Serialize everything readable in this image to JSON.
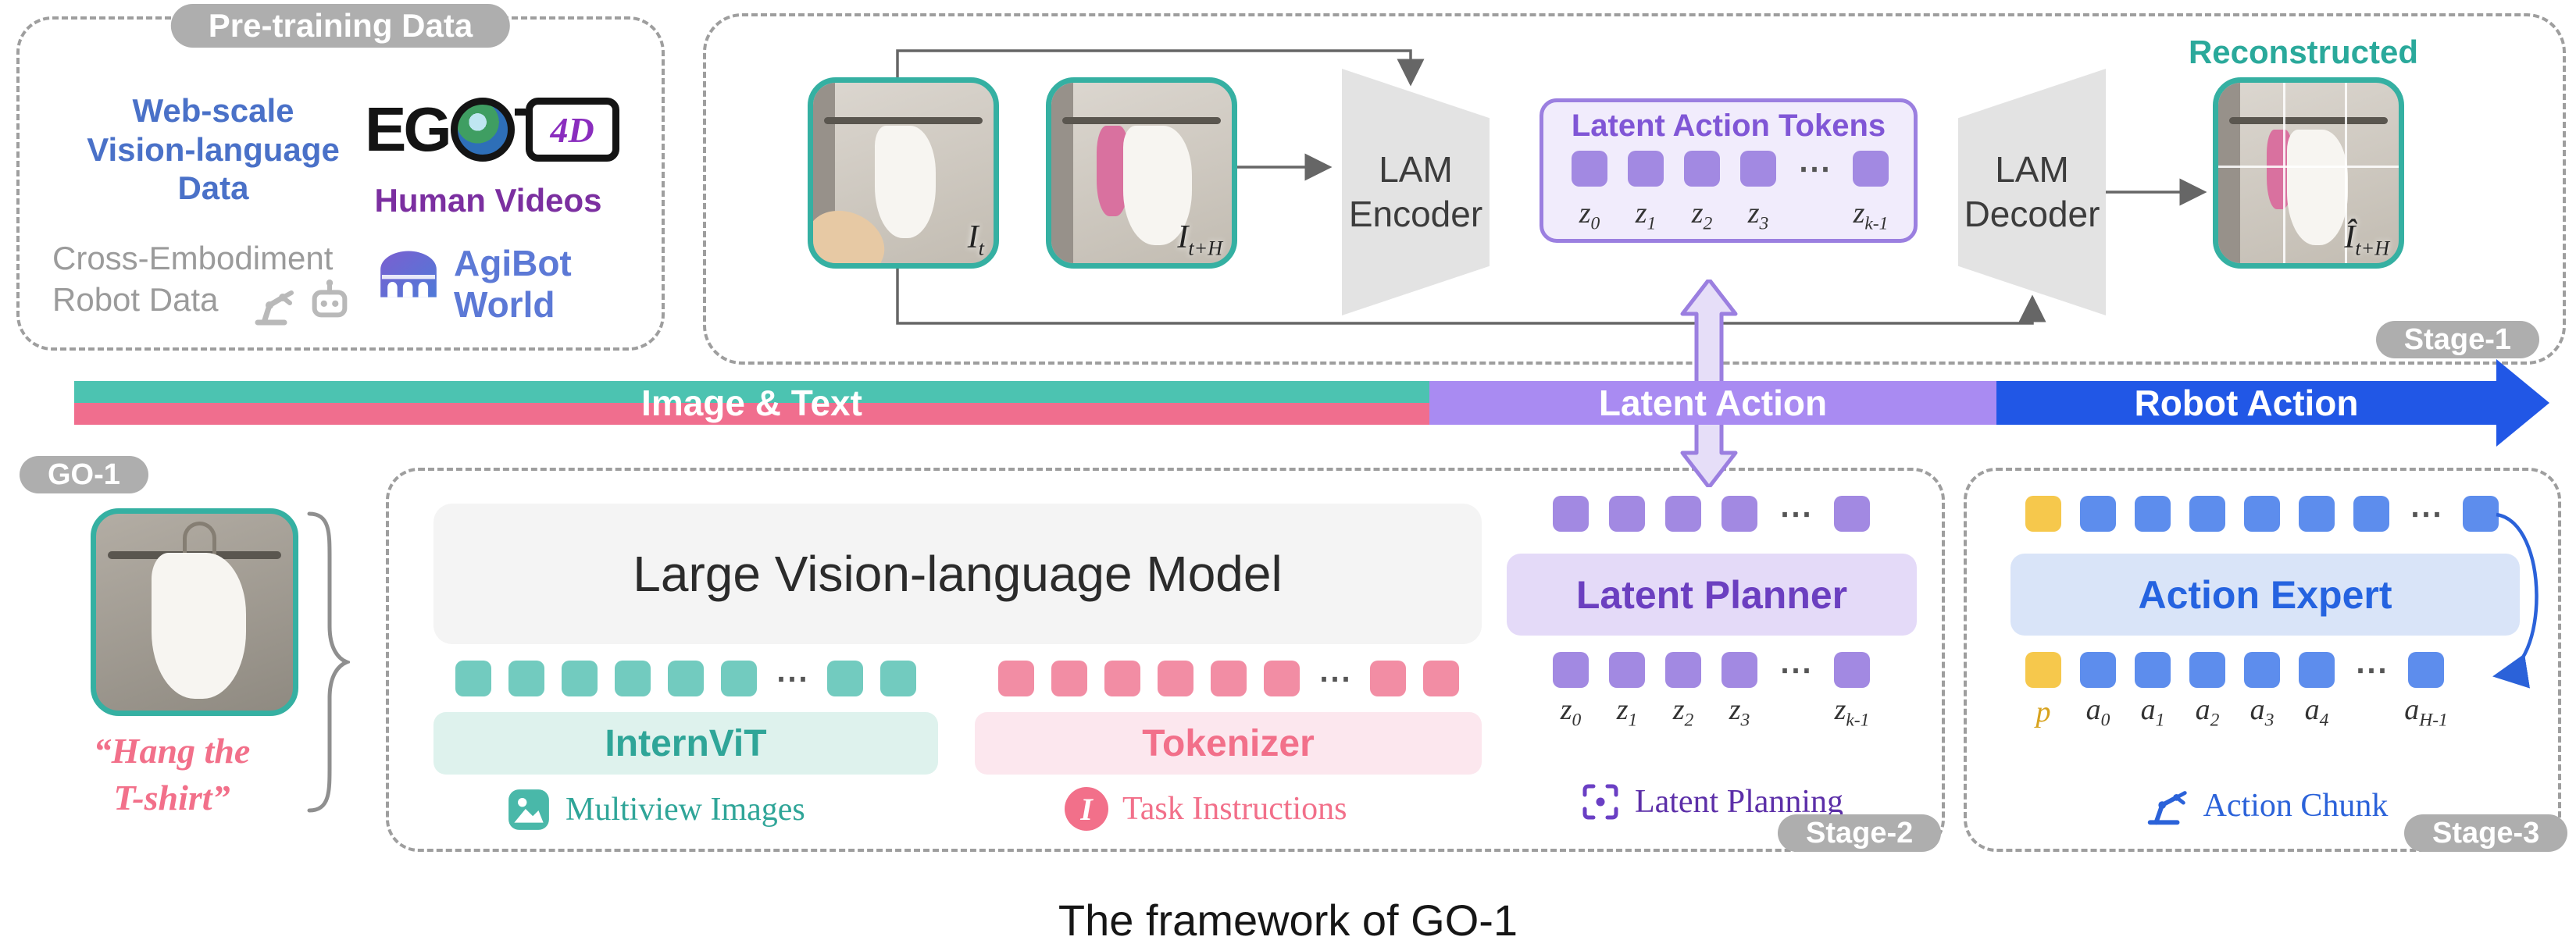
{
  "colors": {
    "teal": "#35b0a2",
    "teal_light": "#def2ee",
    "pink": "#f2708a",
    "pink_light": "#fce7ee",
    "purple": "#9b7fe0",
    "purple_light": "#e6def8",
    "blue": "#2b62d9",
    "blue_light": "#d9e4f8",
    "yellow": "#f6c84c",
    "gray_pill": "#aeaeae",
    "band_teal": "#4cc3b1",
    "band_pink": "#f06e8e",
    "band_purple": "#a98bf2",
    "band_blue": "#2157e6"
  },
  "misc": {
    "dots": "⋯"
  },
  "pretraining": {
    "title": "Pre-training Data",
    "web_scale": [
      "Web-scale",
      "Vision-language",
      "Data"
    ],
    "ego": {
      "prefix": "EG",
      "lens": "4D"
    },
    "human_videos": "Human Videos",
    "cross_embodiment": [
      "Cross-Embodiment",
      "Robot Data"
    ],
    "agibot": [
      "AgiBot",
      "World"
    ]
  },
  "stage1": {
    "frame_t": {
      "base": "I",
      "sub": "t"
    },
    "frame_th": {
      "base": "I",
      "sub": "t+H"
    },
    "encoder": [
      "LAM",
      "Encoder"
    ],
    "decoder": [
      "LAM",
      "Decoder"
    ],
    "tokens": {
      "title": "Latent Action Tokens",
      "labels": [
        {
          "base": "z",
          "sub": "0"
        },
        {
          "base": "z",
          "sub": "1"
        },
        {
          "base": "z",
          "sub": "2"
        },
        {
          "base": "z",
          "sub": "3"
        },
        {
          "base": "z",
          "sub": "k-1"
        }
      ]
    },
    "reconstructed": "Reconstructed",
    "recon_label": {
      "base": "Î",
      "sub": "t+H"
    },
    "stage": "Stage-1"
  },
  "band": {
    "segments": [
      {
        "label": "Image & Text"
      },
      {
        "label": "Latent Action"
      },
      {
        "label": "Robot Action"
      }
    ]
  },
  "go1": {
    "pill": "GO-1",
    "quote": [
      "“Hang the",
      "T-shirt”"
    ]
  },
  "vlm": {
    "title": "Large Vision-language Model",
    "internvit": "InternViT",
    "tokenizer": "Tokenizer",
    "multiview": "Multiview Images",
    "task": "Task Instructions",
    "task_icon": "I"
  },
  "planner": {
    "title": "Latent Planner",
    "labels": [
      {
        "base": "z",
        "sub": "0"
      },
      {
        "base": "z",
        "sub": "1"
      },
      {
        "base": "z",
        "sub": "2"
      },
      {
        "base": "z",
        "sub": "3"
      },
      {
        "base": "z",
        "sub": "k-1"
      }
    ],
    "caption": "Latent Planning",
    "stage": "Stage-2"
  },
  "expert": {
    "title": "Action Expert",
    "p_label": {
      "base": "p"
    },
    "labels": [
      {
        "base": "a",
        "sub": "0"
      },
      {
        "base": "a",
        "sub": "1"
      },
      {
        "base": "a",
        "sub": "2"
      },
      {
        "base": "a",
        "sub": "3"
      },
      {
        "base": "a",
        "sub": "4"
      },
      {
        "base": "a",
        "sub": "H-1"
      }
    ],
    "caption": "Action Chunk",
    "stage": "Stage-3"
  },
  "caption": "The framework of GO-1"
}
